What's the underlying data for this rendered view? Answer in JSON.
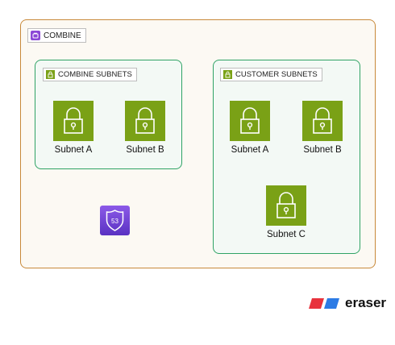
{
  "colors": {
    "outer_border": "#c8893a",
    "subnet_group_border": "#2fa365",
    "subnet_tile": "#7aa116",
    "route53": "#8c5ae8",
    "connector": "#c8893a",
    "brand_red": "#e8323c",
    "brand_blue": "#2c7be5"
  },
  "outer": {
    "label": "COMBINE",
    "icon": "cloud-tag-icon"
  },
  "groups": {
    "combine": {
      "label": "COMBINE SUBNETS",
      "icon": "lock-tag-icon",
      "subnets": [
        "Subnet A",
        "Subnet B"
      ]
    },
    "customer": {
      "label": "CUSTOMER SUBNETS",
      "icon": "lock-tag-icon",
      "subnets": [
        "Subnet A",
        "Subnet B",
        "Subnet C"
      ]
    }
  },
  "route53": {
    "icon": "route53-shield-icon",
    "text": "53"
  },
  "brand": {
    "text": "eraser",
    "icon": "eraser-logo-icon"
  }
}
